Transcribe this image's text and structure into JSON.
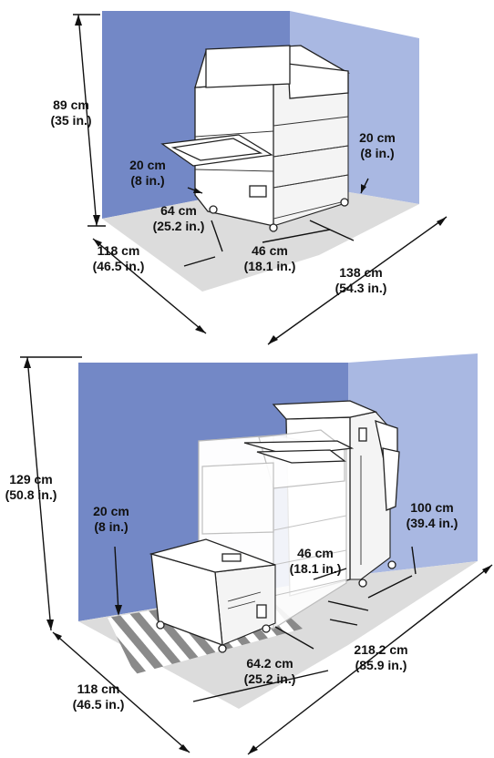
{
  "colors": {
    "wall_back": "#7388c6",
    "wall_side": "#a9b8e2",
    "floor": "#dcdcdc",
    "hatch": "#8a8a8a"
  },
  "top_diagram": {
    "height": {
      "cm": "89 cm",
      "in": "(35 in.)"
    },
    "left_clearance": {
      "cm": "20 cm",
      "in": "(8 in.)"
    },
    "right_clearance": {
      "cm": "20 cm",
      "in": "(8 in.)"
    },
    "tray_depth": {
      "cm": "64 cm",
      "in": "(25.2 in.)"
    },
    "printer_width": {
      "cm": "46 cm",
      "in": "(18.1 in.)"
    },
    "depth": {
      "cm": "118 cm",
      "in": "(46.5 in.)"
    },
    "width": {
      "cm": "138 cm",
      "in": "(54.3 in.)"
    }
  },
  "bottom_diagram": {
    "height": {
      "cm": "129 cm",
      "in": "(50.8 in.)"
    },
    "left_clearance": {
      "cm": "20 cm",
      "in": "(8 in.)"
    },
    "finisher_clearance": {
      "cm": "100 cm",
      "in": "(39.4 in.)"
    },
    "printer_width": {
      "cm": "46 cm",
      "in": "(18.1 in.)"
    },
    "tray_depth": {
      "cm": "64.2 cm",
      "in": "(25.2 in.)"
    },
    "width": {
      "cm": "218.2 cm",
      "in": "(85.9 in.)"
    },
    "depth": {
      "cm": "118 cm",
      "in": "(46.5 in.)"
    }
  }
}
